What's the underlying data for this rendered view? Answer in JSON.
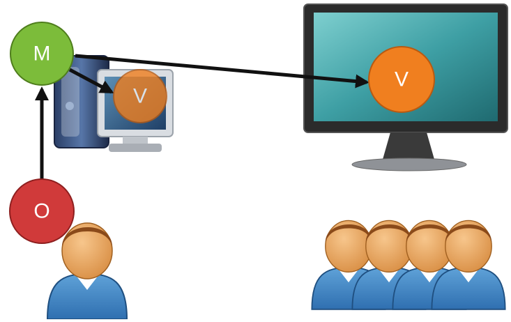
{
  "diagram": {
    "nodes": {
      "model": {
        "label": "M",
        "color": "#7cbc3a"
      },
      "view_local": {
        "label": "V",
        "color": "#f07f1f"
      },
      "view_remote": {
        "label": "V",
        "color": "#f07f1f"
      },
      "operator": {
        "label": "O",
        "color": "#d03a3a"
      }
    },
    "edges": [
      {
        "from": "operator",
        "to": "model"
      },
      {
        "from": "model",
        "to": "view_local"
      },
      {
        "from": "model",
        "to": "view_remote"
      }
    ],
    "icons": [
      "pc-tower-icon",
      "crt-monitor-icon",
      "lcd-monitor-icon",
      "user-icon",
      "user-group-icon"
    ]
  }
}
